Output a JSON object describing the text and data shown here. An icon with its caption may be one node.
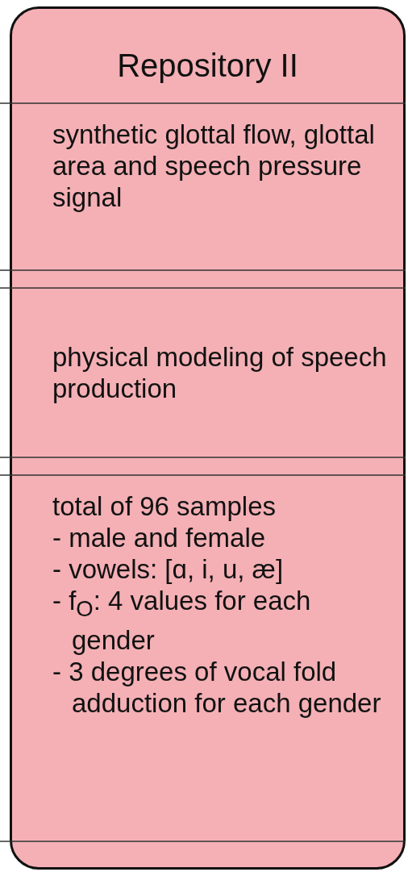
{
  "diagram": {
    "nodes": [
      {
        "text": [
          "Repository II",
          "synthetic glottal flow, glottal area and speech pressure signal",
          "physical modeling of speech production",
          "total of 96 samples",
          "- male and female",
          "- vowels: [ɑ, i, u, æ]",
          "- f$_{O}$: 4 values for each gender",
          "- 3 degrees of vocal fold adduction for each gender"
        ]
      }
    ]
  }
}
